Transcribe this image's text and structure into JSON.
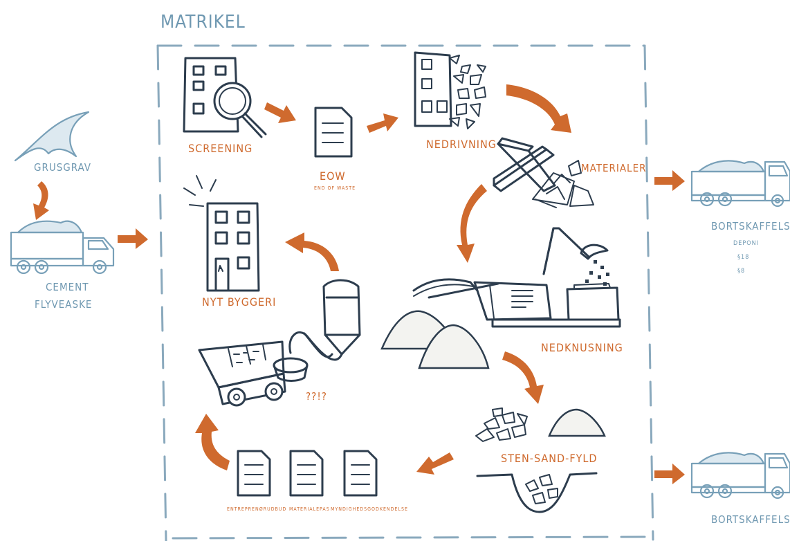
{
  "matrikel": {
    "title": "MATRIKEL"
  },
  "inputs": {
    "grusgrav": "GRUSGRAV",
    "cement_line1": "CEMENT",
    "cement_line2": "FLYVEASKE"
  },
  "steps": {
    "screening": "SCREENING",
    "eow": "EOW",
    "eow_sub": "END OF WASTE",
    "nedrivning": "NEDRIVNING",
    "materialer": "MATERIALER",
    "nedknusning": "NEDKNUSNING",
    "sten_sand_fyld": "STEN-SAND-FYLD",
    "unknown": "??!?",
    "nyt_byggeri": "NYT BYGGERI"
  },
  "documents": {
    "entreprenorbud": "ENTREPRENØRUDBUD",
    "materialepas": "MATERIALEPAS",
    "myndighedsgodkendelse": "MYNDIGHEDSGODKENDELSE"
  },
  "outputs": {
    "bortskaffelse_top": "BORTSKAFFELSE",
    "deponi": "DEPONI",
    "p18": "§18",
    "p8": "§8",
    "bortskaffelse_bottom": "BORTSKAFFELSE"
  },
  "colors": {
    "arrow": "#cf6a2e",
    "ink": "#2d3d4e",
    "light_blue": "#78a0b8",
    "dashed_border": "#8aa9bd"
  }
}
